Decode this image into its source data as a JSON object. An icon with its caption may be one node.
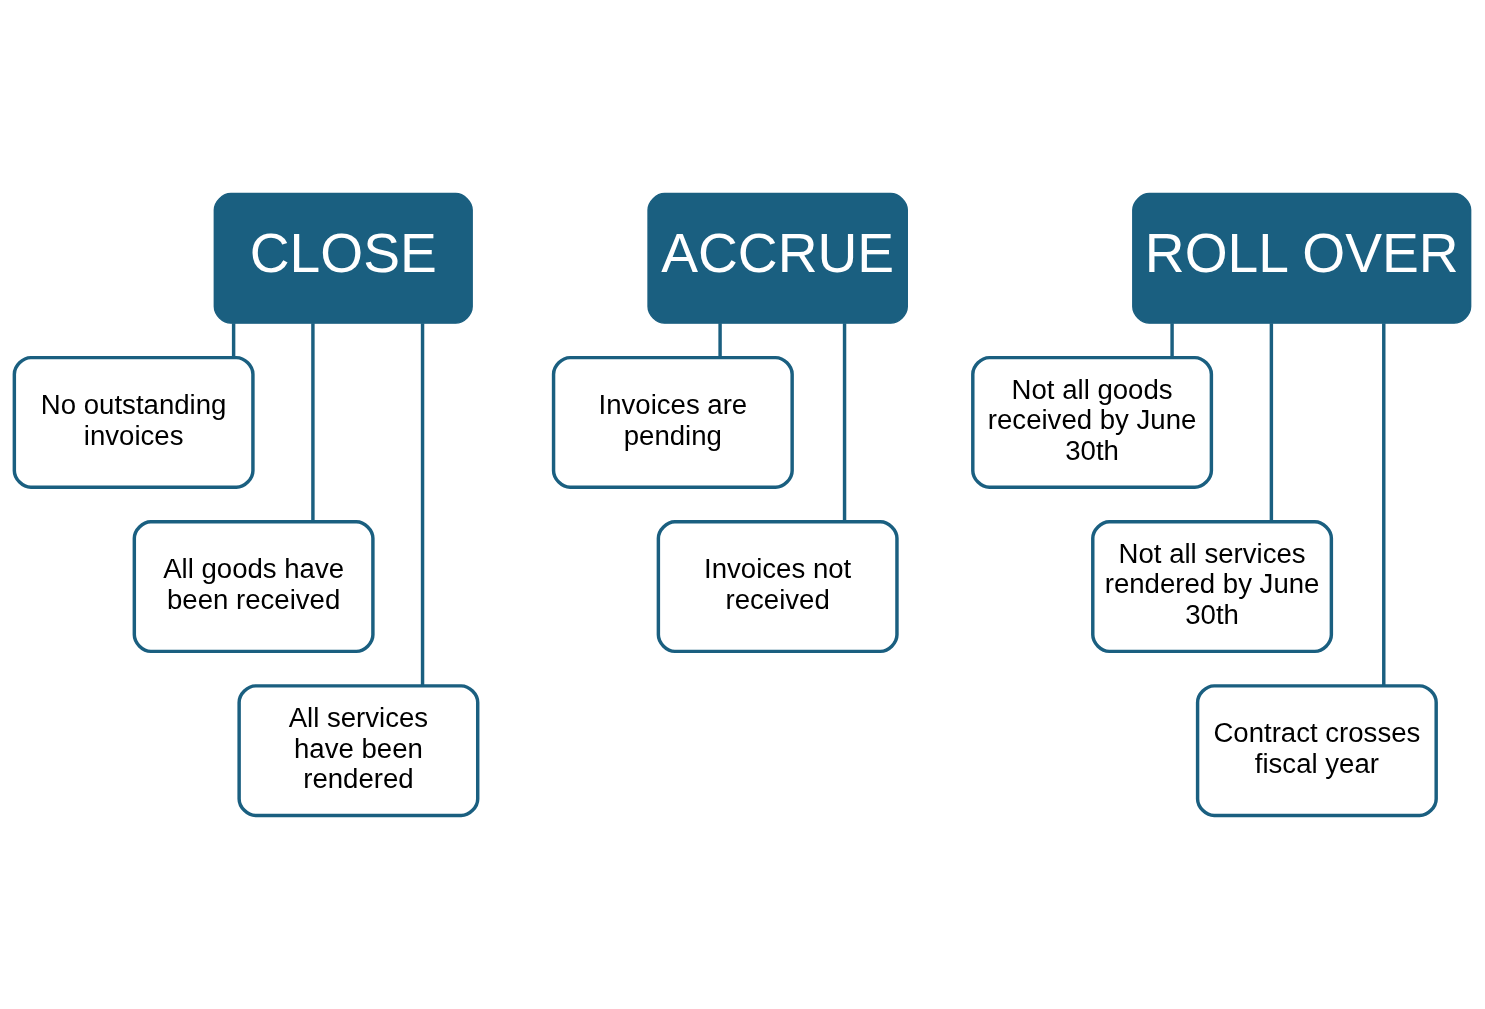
{
  "diagram": {
    "nodes": [
      {
        "text": [
          "CLOSE"
        ]
      },
      {
        "text": [
          "No outstanding invoices"
        ]
      },
      {
        "text": [
          "All goods have been received"
        ]
      },
      {
        "text": [
          "All services have been rendered"
        ]
      },
      {
        "text": [
          "ACCRUE"
        ]
      },
      {
        "text": [
          "Invoices are pending"
        ]
      },
      {
        "text": [
          "Invoices not received"
        ]
      },
      {
        "text": [
          "ROLL OVER"
        ]
      },
      {
        "text": [
          "Not all goods received by June 30th"
        ]
      },
      {
        "text": [
          "Not all services rendered by June 30th"
        ]
      },
      {
        "text": [
          "Contract crosses fiscal year"
        ]
      }
    ],
    "edges": [
      {
        "from": 0,
        "to": 1,
        "arrow": "none"
      },
      {
        "from": 0,
        "to": 2,
        "arrow": "none"
      },
      {
        "from": 0,
        "to": 3,
        "arrow": "none"
      },
      {
        "from": 4,
        "to": 5,
        "arrow": "none"
      },
      {
        "from": 4,
        "to": 6,
        "arrow": "none"
      },
      {
        "from": 7,
        "to": 8,
        "arrow": "none"
      },
      {
        "from": 7,
        "to": 9,
        "arrow": "none"
      },
      {
        "from": 7,
        "to": 10,
        "arrow": "none"
      }
    ]
  }
}
